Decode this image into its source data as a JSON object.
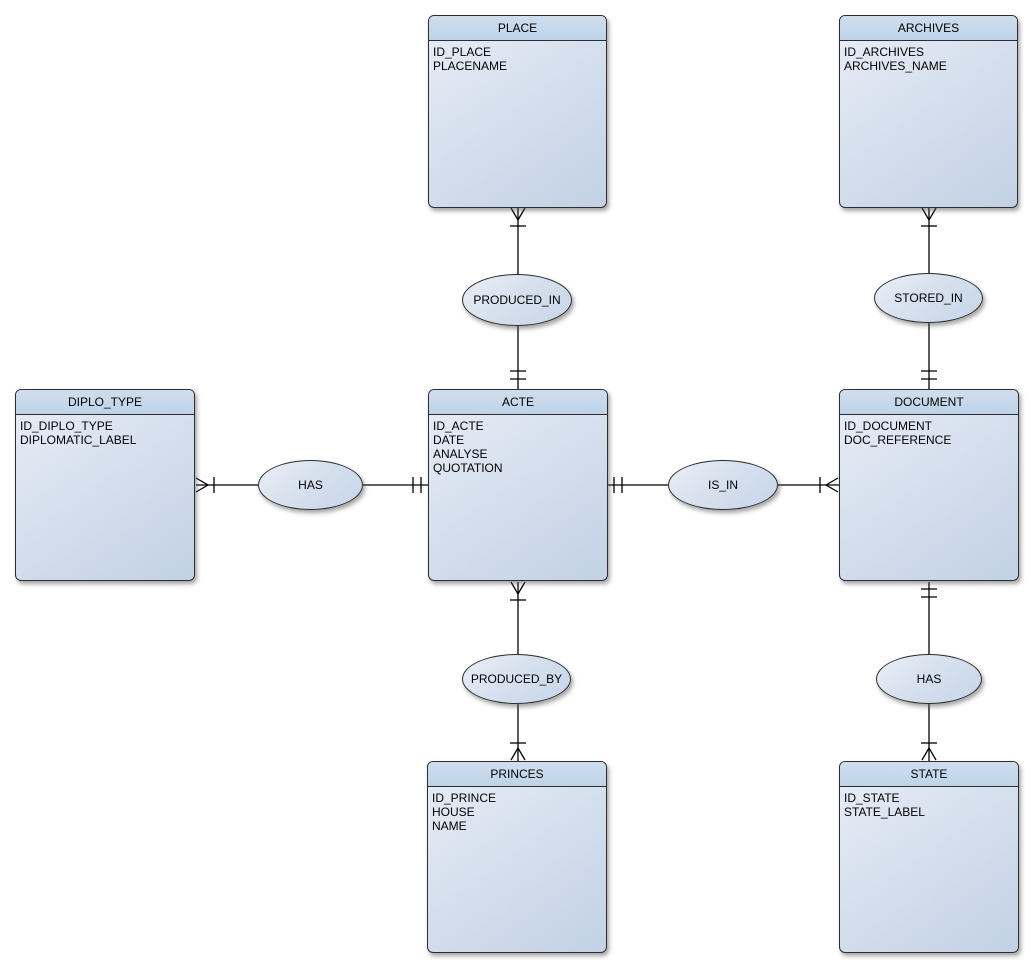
{
  "diagram": {
    "entities": {
      "place": {
        "title": "PLACE",
        "attrs": [
          "ID_PLACE",
          "PLACENAME"
        ]
      },
      "archives": {
        "title": "ARCHIVES",
        "attrs": [
          "ID_ARCHIVES",
          "ARCHIVES_NAME"
        ]
      },
      "diplo_type": {
        "title": "DIPLO_TYPE",
        "attrs": [
          "ID_DIPLO_TYPE",
          "DIPLOMATIC_LABEL"
        ]
      },
      "acte": {
        "title": "ACTE",
        "attrs": [
          "ID_ACTE",
          "DATE",
          "ANALYSE",
          "QUOTATION"
        ]
      },
      "document": {
        "title": "DOCUMENT",
        "attrs": [
          "ID_DOCUMENT",
          "DOC_REFERENCE"
        ]
      },
      "princes": {
        "title": "PRINCES",
        "attrs": [
          "ID_PRINCE",
          "HOUSE",
          "NAME"
        ]
      },
      "state": {
        "title": "STATE",
        "attrs": [
          "ID_STATE",
          "STATE_LABEL"
        ]
      }
    },
    "relationships": {
      "produced_in": {
        "label": "PRODUCED_IN"
      },
      "stored_in": {
        "label": "STORED_IN"
      },
      "has_diplo": {
        "label": "HAS"
      },
      "is_in": {
        "label": "IS_IN"
      },
      "produced_by": {
        "label": "PRODUCED_BY"
      },
      "has_state": {
        "label": "HAS"
      }
    },
    "connections": [
      {
        "via": "PRODUCED_IN",
        "from": "PLACE",
        "from_marker": "crow-foot-bar",
        "to": "ACTE",
        "to_marker": "double-bar"
      },
      {
        "via": "STORED_IN",
        "from": "ARCHIVES",
        "from_marker": "crow-foot-bar",
        "to": "DOCUMENT",
        "to_marker": "double-bar"
      },
      {
        "via": "HAS",
        "from": "DIPLO_TYPE",
        "from_marker": "crow-foot-bar",
        "to": "ACTE",
        "to_marker": "double-bar"
      },
      {
        "via": "IS_IN",
        "from": "ACTE",
        "from_marker": "double-bar",
        "to": "DOCUMENT",
        "to_marker": "crow-foot-bar"
      },
      {
        "via": "PRODUCED_BY",
        "from": "ACTE",
        "from_marker": "crow-foot-bar",
        "to": "PRINCES",
        "to_marker": "bar-crow-foot"
      },
      {
        "via": "HAS",
        "from": "DOCUMENT",
        "from_marker": "double-bar",
        "to": "STATE",
        "to_marker": "bar-crow-foot"
      }
    ],
    "colors": {
      "background": "#ffffff",
      "entity_header_fill": "#c6d8ec",
      "entity_body_light": "#e9eef7",
      "entity_body_dark": "#c2d1e5",
      "border": "#2d2d2d",
      "connector": "#000000"
    }
  }
}
